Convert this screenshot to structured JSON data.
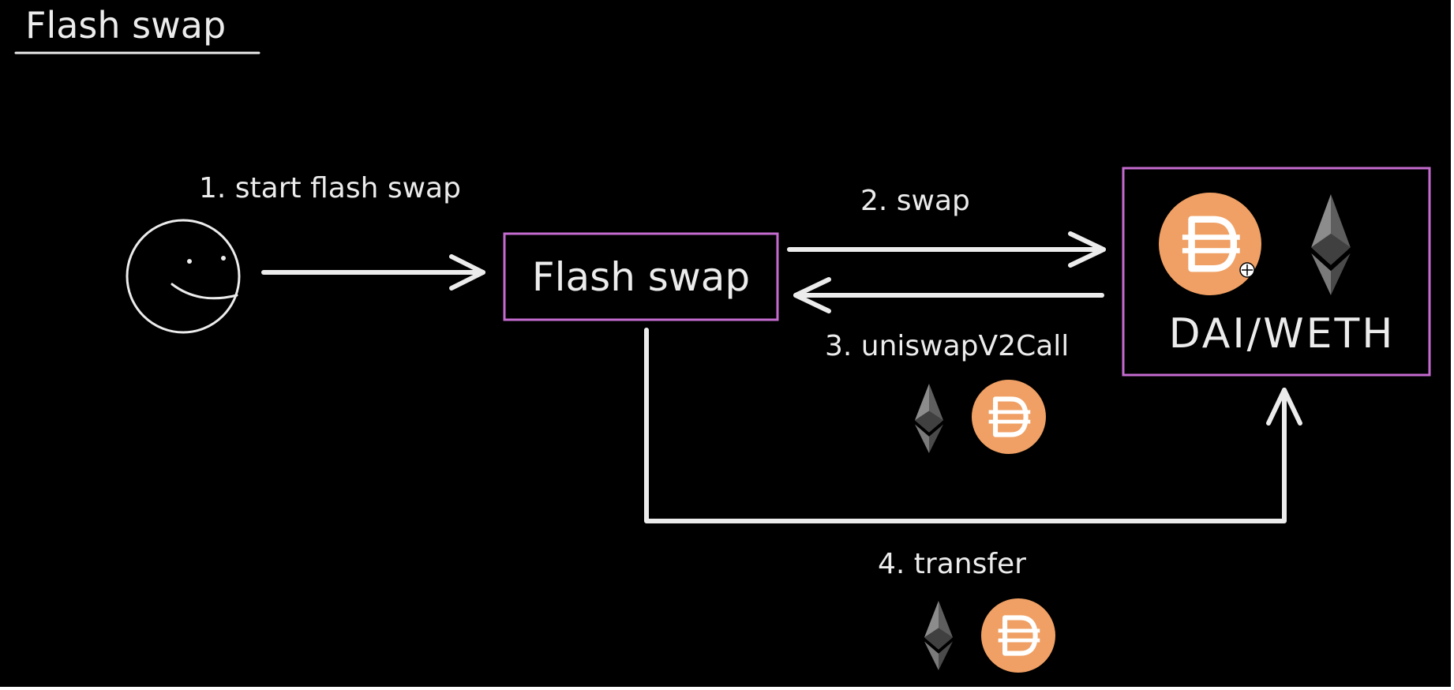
{
  "title": "Flash swap",
  "nodes": {
    "user": {
      "icon": "smiley-face-icon"
    },
    "contract": {
      "label": "Flash swap"
    },
    "pair": {
      "label": "DAI/WETH",
      "tokens": [
        "dai-icon",
        "eth-icon"
      ]
    }
  },
  "steps": [
    {
      "label": "1. start flash swap"
    },
    {
      "label": "2. swap"
    },
    {
      "label": "3. uniswapV2Call",
      "tokens": [
        "eth-icon",
        "dai-icon"
      ]
    },
    {
      "label": "4. transfer",
      "tokens": [
        "eth-icon",
        "dai-icon"
      ]
    }
  ],
  "colors": {
    "background": "#000000",
    "stroke": "#ececec",
    "box_border": "#c56bd0",
    "dai": "#f0a064",
    "eth_light": "#8c8c8c",
    "eth_dark": "#3c3c3c"
  }
}
